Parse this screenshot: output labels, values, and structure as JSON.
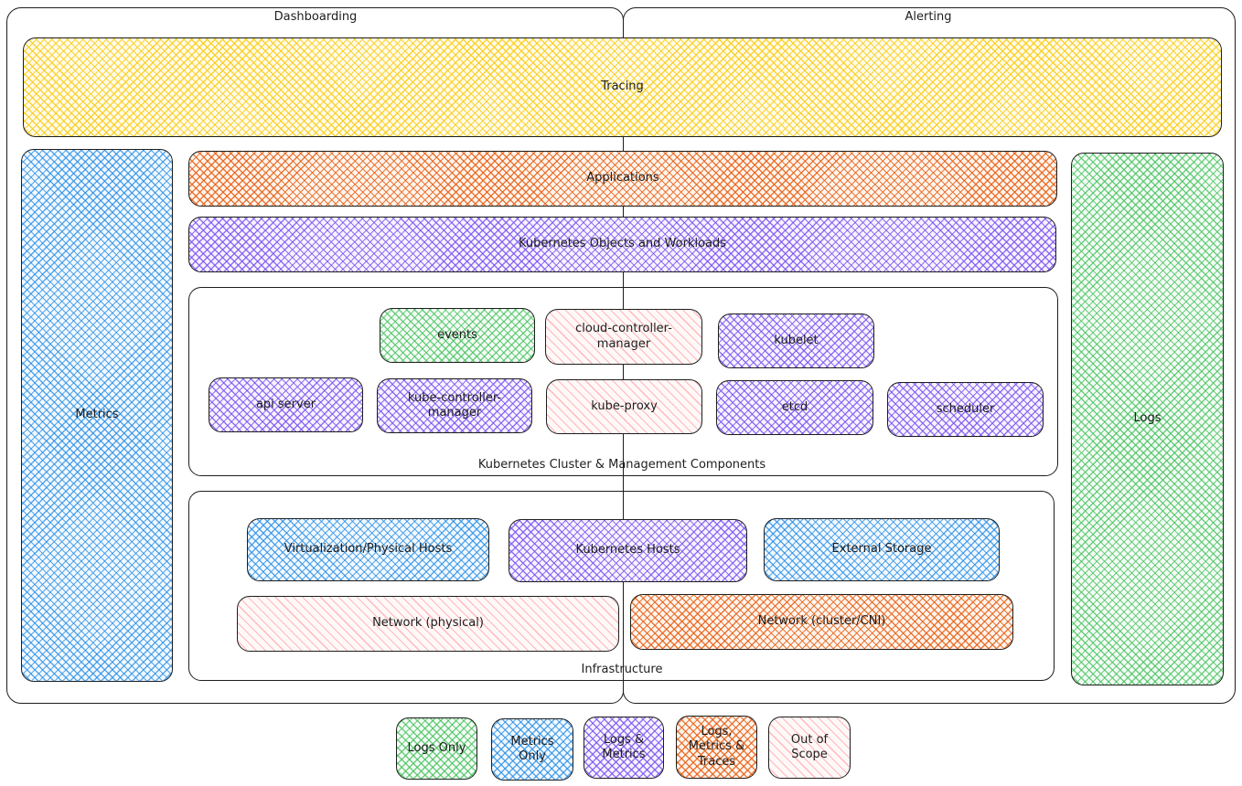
{
  "top": {
    "left_label": "Dashboarding",
    "right_label": "Alerting"
  },
  "tracing": {
    "label": "Tracing"
  },
  "metrics": {
    "label": "Metrics"
  },
  "logs": {
    "label": "Logs"
  },
  "applications": {
    "label": "Applications"
  },
  "kube_objects": {
    "label": "Kubernetes Objects and Workloads"
  },
  "cluster": {
    "title": "Kubernetes Cluster & Management Components",
    "components": {
      "events": "events",
      "cloud_controller_manager": "cloud-controller-manager",
      "kubelet": "kubelet",
      "api_server": "api server",
      "kube_controller_manager": "kube-controller-manager",
      "kube_proxy": "kube-proxy",
      "etcd": "etcd",
      "scheduler": "scheduler"
    }
  },
  "infrastructure": {
    "title": "Infrastructure",
    "items": {
      "virtualization_hosts": "Virtualization/Physical Hosts",
      "kubernetes_hosts": "Kubernetes Hosts",
      "external_storage": "External Storage",
      "network_physical": "Network (physical)",
      "network_cluster": "Network (cluster/CNI)"
    }
  },
  "legend": {
    "logs_only": "Logs Only",
    "metrics_only": "Metrics Only",
    "logs_metrics": "Logs & Metrics",
    "logs_metrics_traces": "Logs, Metrics & Traces",
    "out_of_scope": "Out of Scope"
  },
  "colors": {
    "logs_only": "#40c057",
    "metrics_only": "#228be6",
    "logs_metrics": "#7950f2",
    "logs_metrics_traces": "#e8590c",
    "tracing": "#fab005",
    "out_of_scope": "#ffa8a8"
  }
}
